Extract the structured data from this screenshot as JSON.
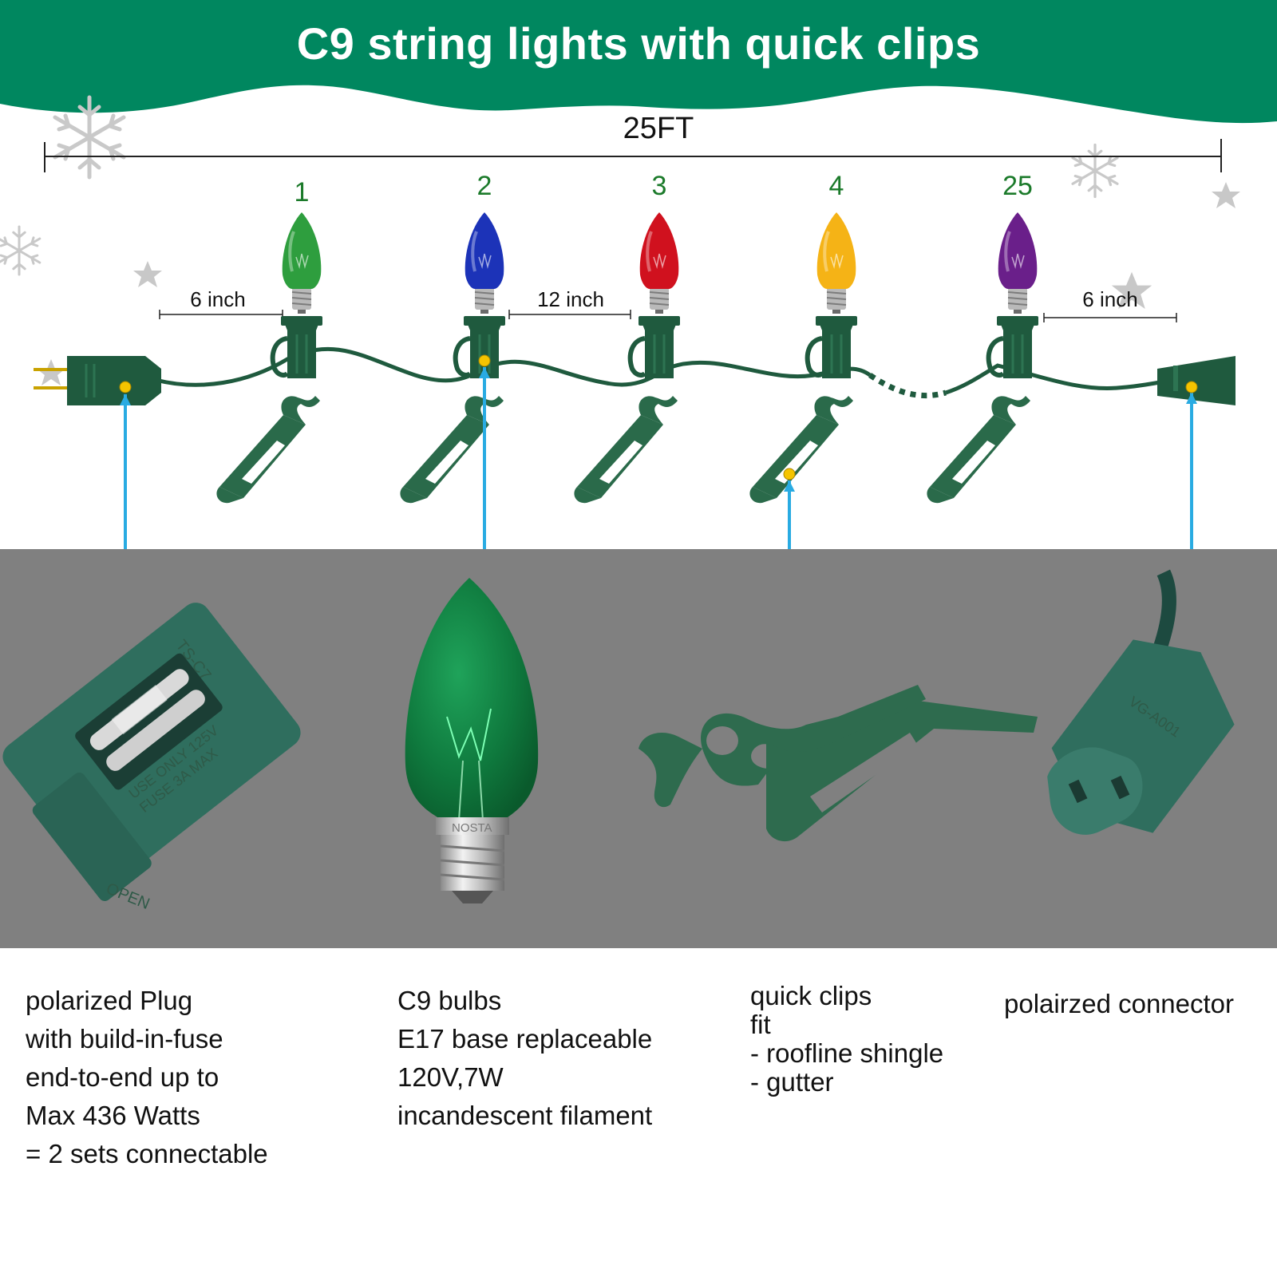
{
  "header": {
    "title": "C9 string lights with quick clips",
    "colors": {
      "banner": "#00875f",
      "wire": "#1f5a3e",
      "callout": "#29abe2",
      "marker": "#f5c400",
      "panel": "#808080"
    }
  },
  "string_diagram": {
    "total_length": "25FT",
    "bulbs": [
      {
        "number": "1",
        "color": "#2e9e3e"
      },
      {
        "number": "2",
        "color": "#1c33b8"
      },
      {
        "number": "3",
        "color": "#d0111e"
      },
      {
        "number": "4",
        "color": "#f5b316"
      },
      {
        "number": "25",
        "color": "#6a1f8a"
      }
    ],
    "spacings": {
      "lead_in": "6 inch",
      "between": "12 inch",
      "lead_out": "6 inch"
    }
  },
  "details": {
    "plug": {
      "lines": [
        "polarized Plug",
        "with build-in-fuse",
        "end-to-end up to",
        "Max 436 Watts",
        "= 2 sets connectable"
      ],
      "imprint": {
        "model": "TS-C7",
        "rating": "USE ONLY 125V",
        "fuse": "FUSE 3A MAX",
        "open": "OPEN"
      }
    },
    "bulb": {
      "lines": [
        "C9 bulbs",
        "E17 base replaceable",
        "120V,7W",
        "incandescent filament"
      ],
      "base_imprint": "NOSTA"
    },
    "clip": {
      "lines": [
        "quick clips",
        "fit",
        "- roofline shingle",
        "- gutter"
      ]
    },
    "connector": {
      "lines": [
        "polairzed connector"
      ],
      "imprint": "VG-A001"
    }
  }
}
